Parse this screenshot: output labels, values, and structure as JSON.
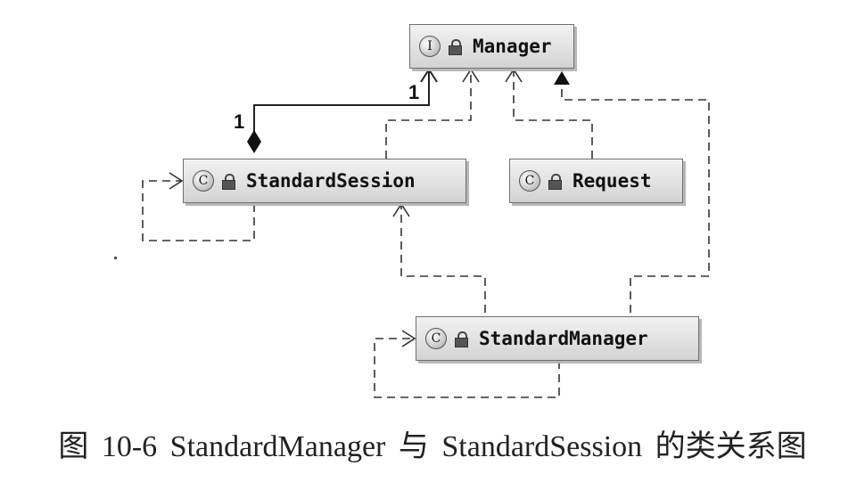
{
  "diagram": {
    "nodes": {
      "manager": {
        "stereotype": "I",
        "name": "Manager"
      },
      "standard_session": {
        "stereotype": "C",
        "name": "StandardSession"
      },
      "request": {
        "stereotype": "C",
        "name": "Request"
      },
      "standard_manager": {
        "stereotype": "C",
        "name": "StandardManager"
      }
    },
    "multiplicities": {
      "manager_end": "1",
      "session_end": "1"
    }
  },
  "caption": "图 10-6   StandardManager 与 StandardSession 的类关系图"
}
